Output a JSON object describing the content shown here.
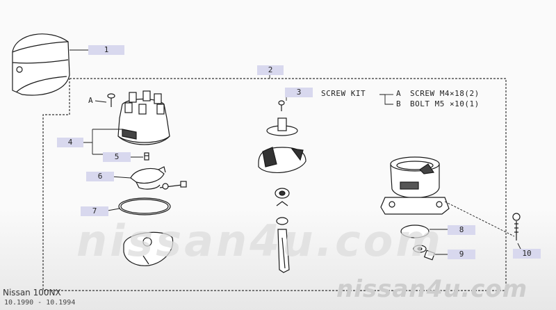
{
  "callouts": {
    "c1": "1",
    "c2": "2",
    "c3": "3",
    "c4": "4",
    "c5": "5",
    "c6": "6",
    "c7": "7",
    "c8": "8",
    "c9": "9",
    "c10": "10"
  },
  "screw_kit": {
    "title": "SCREW KIT",
    "a_letter": "A",
    "a_text": "SCREW M4×18(2)",
    "b_letter": "B",
    "b_text": "BOLT M5 ×10(1)",
    "diagram_a": "A"
  },
  "footer": {
    "model": "Nissan 100NX",
    "dates": "10.1990 - 10.1994"
  },
  "watermarks": {
    "center": "nissan4u.com",
    "right": "nissan4u.com"
  }
}
